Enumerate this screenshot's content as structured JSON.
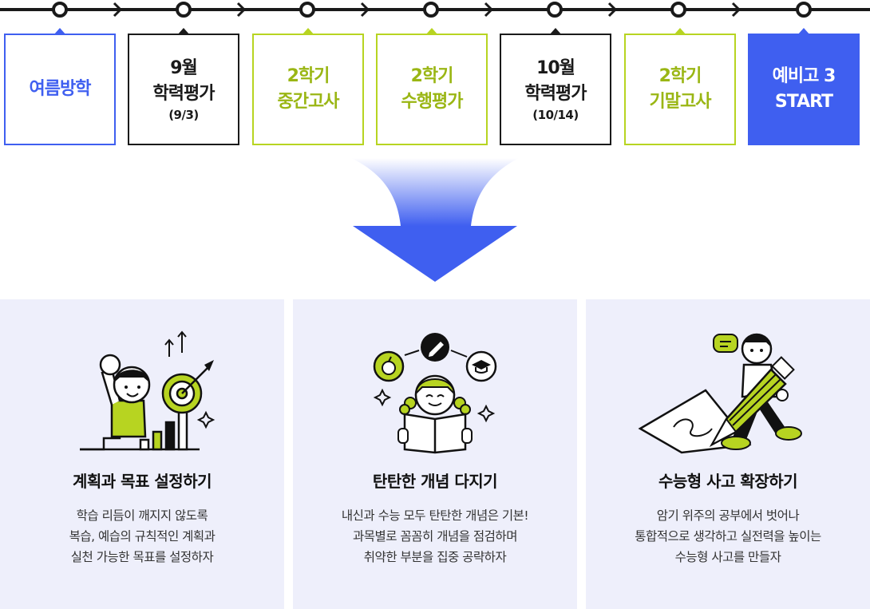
{
  "timeline": {
    "steps": [
      {
        "lines": [
          "여름방학",
          "",
          ""
        ],
        "style": "blue"
      },
      {
        "lines": [
          "9월",
          "학력평가",
          "(9/3)"
        ],
        "style": "dark"
      },
      {
        "lines": [
          "2학기",
          "중간고사",
          ""
        ],
        "style": "green"
      },
      {
        "lines": [
          "2학기",
          "수행평가",
          ""
        ],
        "style": "green"
      },
      {
        "lines": [
          "10월",
          "학력평가",
          "(10/14)"
        ],
        "style": "dark"
      },
      {
        "lines": [
          "2학기",
          "기말고사",
          ""
        ],
        "style": "green"
      },
      {
        "lines": [
          "예비고 3",
          "START",
          ""
        ],
        "style": "filled"
      }
    ]
  },
  "cards": [
    {
      "title": "계획과 목표 설정하기",
      "desc": [
        "학습 리듬이 깨지지 않도록",
        "복습, 예습의 규칙적인 계획과",
        "실천 가능한 목표를 설정하자"
      ],
      "icon": "target-goal-illustration"
    },
    {
      "title": "탄탄한 개념 다지기",
      "desc": [
        "내신과 수능 모두 탄탄한 개념은 기본!",
        "과목별로 꼼꼼히 개념을 점검하며",
        "취약한 부분을 집중 공략하자"
      ],
      "icon": "reading-student-illustration"
    },
    {
      "title": "수능형 사고 확장하기",
      "desc": [
        "암기 위주의 공부에서 벗어나",
        "통합적으로 생각하고 실전력을 높이는",
        "수능형 사고를 만들자"
      ],
      "icon": "pencil-writing-illustration"
    }
  ],
  "colors": {
    "blue": "#3f5ff0",
    "green": "#b7d421",
    "dark": "#1a1a1a",
    "card_bg": "#eeeffb"
  }
}
